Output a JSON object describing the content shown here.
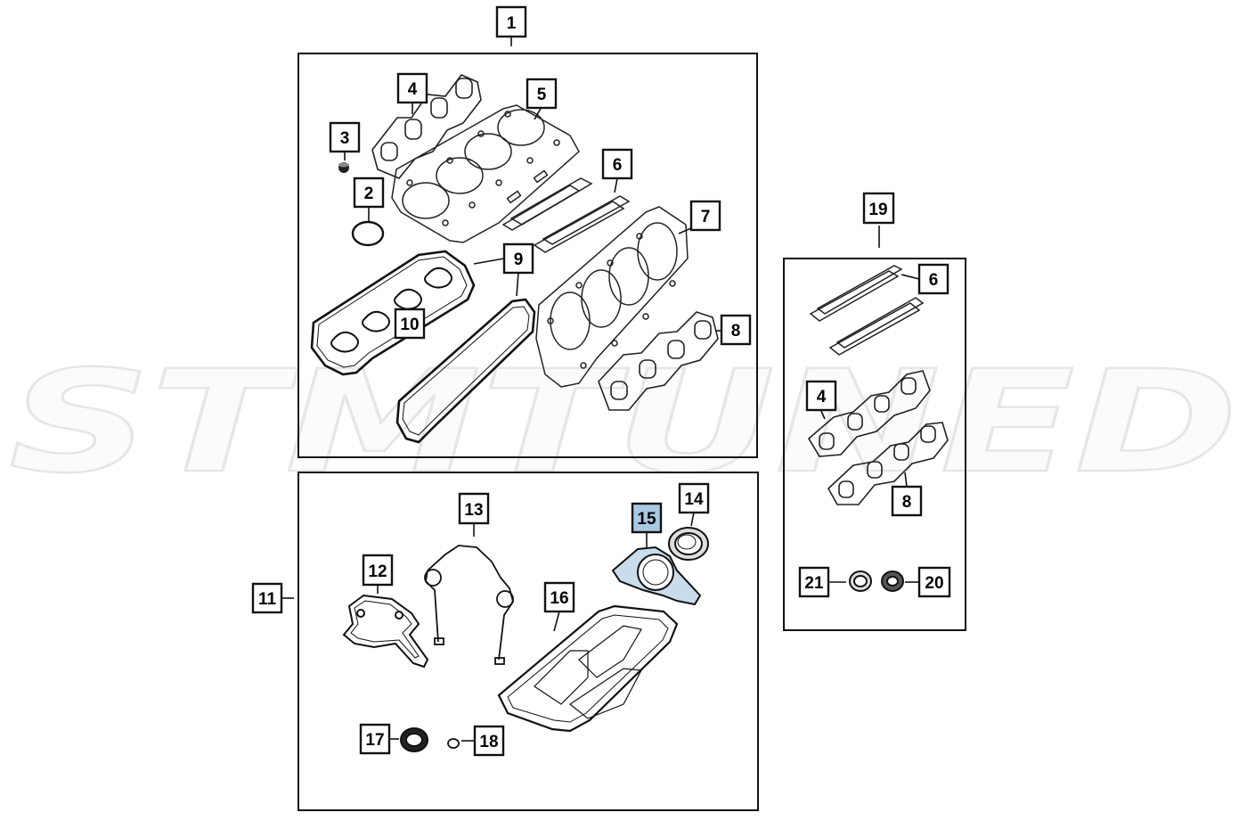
{
  "watermark": {
    "text": "STMTUNED"
  },
  "callouts": {
    "c1": "1",
    "c2": "2",
    "c3": "3",
    "c4a": "4",
    "c5": "5",
    "c6a": "6",
    "c7": "7",
    "c8a": "8",
    "c9": "9",
    "c10": "10",
    "c11": "11",
    "c12": "12",
    "c13": "13",
    "c14": "14",
    "c15": "15",
    "c16": "16",
    "c17": "17",
    "c18": "18",
    "c19": "19",
    "c6b": "6",
    "c4b": "4",
    "c8b": "8",
    "c20": "20",
    "c21": "21"
  },
  "highlight": {
    "part": "15",
    "fill": "#a9c8e2",
    "part_fill": "#c9dcec"
  }
}
